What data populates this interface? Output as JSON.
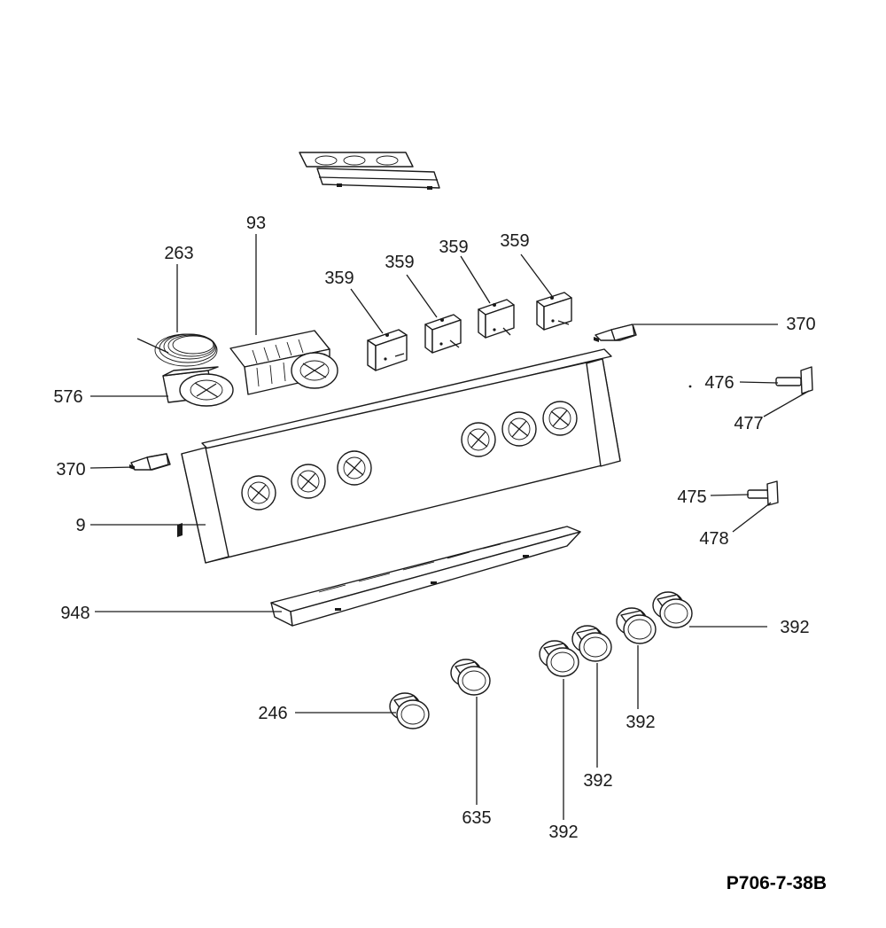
{
  "diagram": {
    "drawing_code": "P706-7-38B",
    "callouts": {
      "c93": "93",
      "c263": "263",
      "c576": "576",
      "c359a": "359",
      "c359b": "359",
      "c359c": "359",
      "c359d": "359",
      "c370_right": "370",
      "c370_left": "370",
      "c476": "476",
      "c477": "477",
      "c475": "475",
      "c478": "478",
      "c9": "9",
      "c948": "948",
      "c392_a": "392",
      "c392_b": "392",
      "c392_c": "392",
      "c392_d": "392",
      "c246": "246",
      "c635": "635"
    },
    "parts": {
      "bracket_top": "",
      "thermostat_263": "",
      "switch_93": "",
      "selector_576": "",
      "control_panel_9": "",
      "bottom_rail_948": ""
    }
  }
}
